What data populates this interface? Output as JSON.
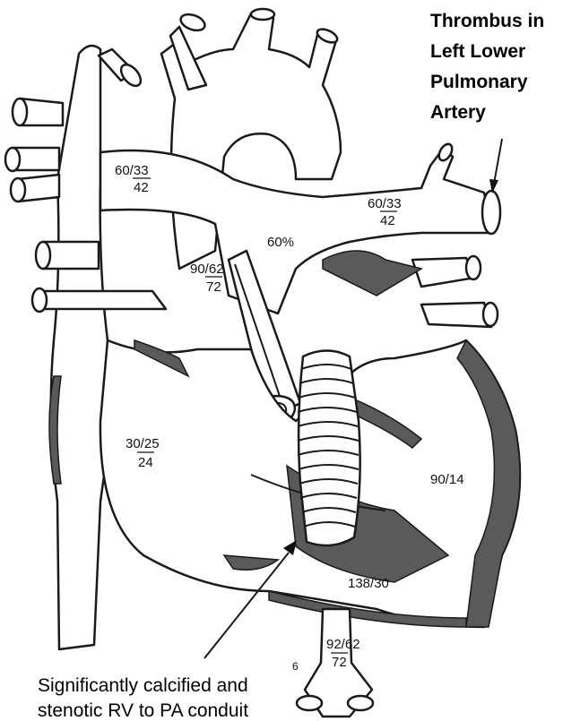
{
  "annotations": {
    "thrombus": [
      "Thrombus in",
      "Left Lower",
      "Pulmonary",
      "Artery"
    ],
    "conduit": [
      "Significantly calcified and",
      "stenotic RV to PA conduit"
    ]
  },
  "pressures": {
    "rpa": {
      "value": "60/33",
      "mean": "42"
    },
    "lpa": {
      "value": "60/33",
      "mean": "42"
    },
    "sat": "60%",
    "aorta": {
      "value": "90/62",
      "mean": "72"
    },
    "ra": {
      "value": "30/25",
      "mean": "24"
    },
    "lv": "90/14",
    "rv": "138/30",
    "desc_aorta": {
      "value": "92/62",
      "mean": "72"
    },
    "small_mark": "6"
  },
  "colors": {
    "line": "#1a1a1a",
    "wall": "#5a5a5a",
    "background": "#ffffff"
  }
}
